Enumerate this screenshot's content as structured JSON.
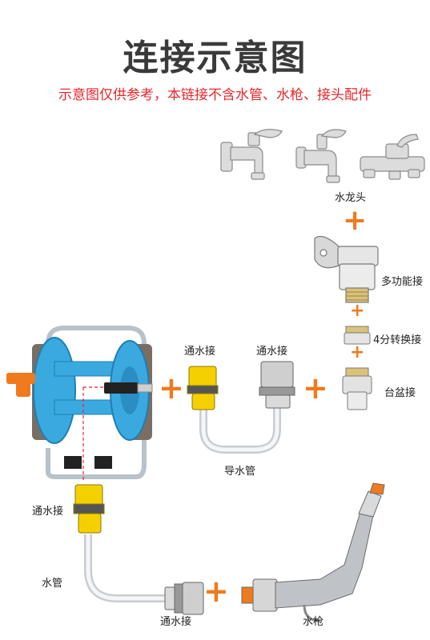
{
  "title": "连接示意图",
  "subtitle": "示意图仅供参考，本链接不含水管、水枪、接头配件",
  "labels": {
    "faucet": "水龙头",
    "multi_connector": "多功能接",
    "adapter_4fen": "4分转换接",
    "basin_connector": "台盆接",
    "tongshui_1": "通水接",
    "tongshui_2": "通水接",
    "tongshui_3": "通水接",
    "tongshui_4": "通水接",
    "guide_pipe": "导水管",
    "water_pipe": "水管",
    "spray_gun": "水枪"
  },
  "plus_symbol": "+",
  "colors": {
    "accent_orange": "#f07a1e",
    "subtitle_red": "#e8262a",
    "reel_blue": "#3aa9e0",
    "connector_yellow": "#f5d000"
  }
}
